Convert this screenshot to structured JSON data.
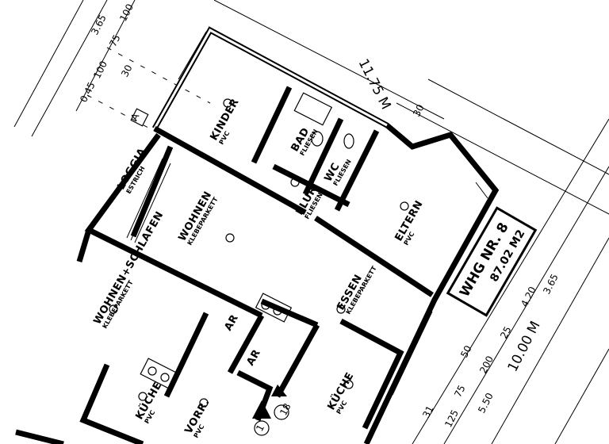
{
  "plan": {
    "overall_dimensions": {
      "top": "11.75 M",
      "right": "10.00 M"
    },
    "left_dimensions": [
      "3.65",
      "100",
      "75",
      "100",
      "0.45"
    ],
    "right_dimensions": [
      "4.20",
      "3.65",
      "25",
      "200",
      "75",
      "5.50",
      "125"
    ],
    "rooms": [
      {
        "name": "KINDER",
        "sub": "PVC"
      },
      {
        "name": "BAD",
        "sub": "FLIESEN"
      },
      {
        "name": "WC",
        "sub": "FLIESEN"
      },
      {
        "name": "FLUR",
        "sub": "FLIESEN"
      },
      {
        "name": "ELTERN",
        "sub": "PVC"
      },
      {
        "name": "WOHNEN",
        "sub": "KLEBEPARKETT"
      },
      {
        "name": "ESSEN",
        "sub": "KLEBEPARKETT"
      },
      {
        "name": "LOGGIA",
        "sub": "ESTRICH"
      },
      {
        "name": "WOHNEN+SCHLAFEN",
        "sub": "KLEBEPARKETT"
      },
      {
        "name": "KÜCHE",
        "sub": "PVC"
      },
      {
        "name": "KÜCHE",
        "sub": "PVC"
      },
      {
        "name": "VORR.",
        "sub": "PVC"
      },
      {
        "name": "AR",
        "sub": ""
      },
      {
        "name": "AR",
        "sub": ""
      }
    ],
    "title_block": {
      "label": "WHG NR. 8",
      "area": "87.02 M2"
    },
    "markers": [
      "A",
      "30",
      "30",
      "50",
      "31",
      "1",
      "18"
    ]
  }
}
